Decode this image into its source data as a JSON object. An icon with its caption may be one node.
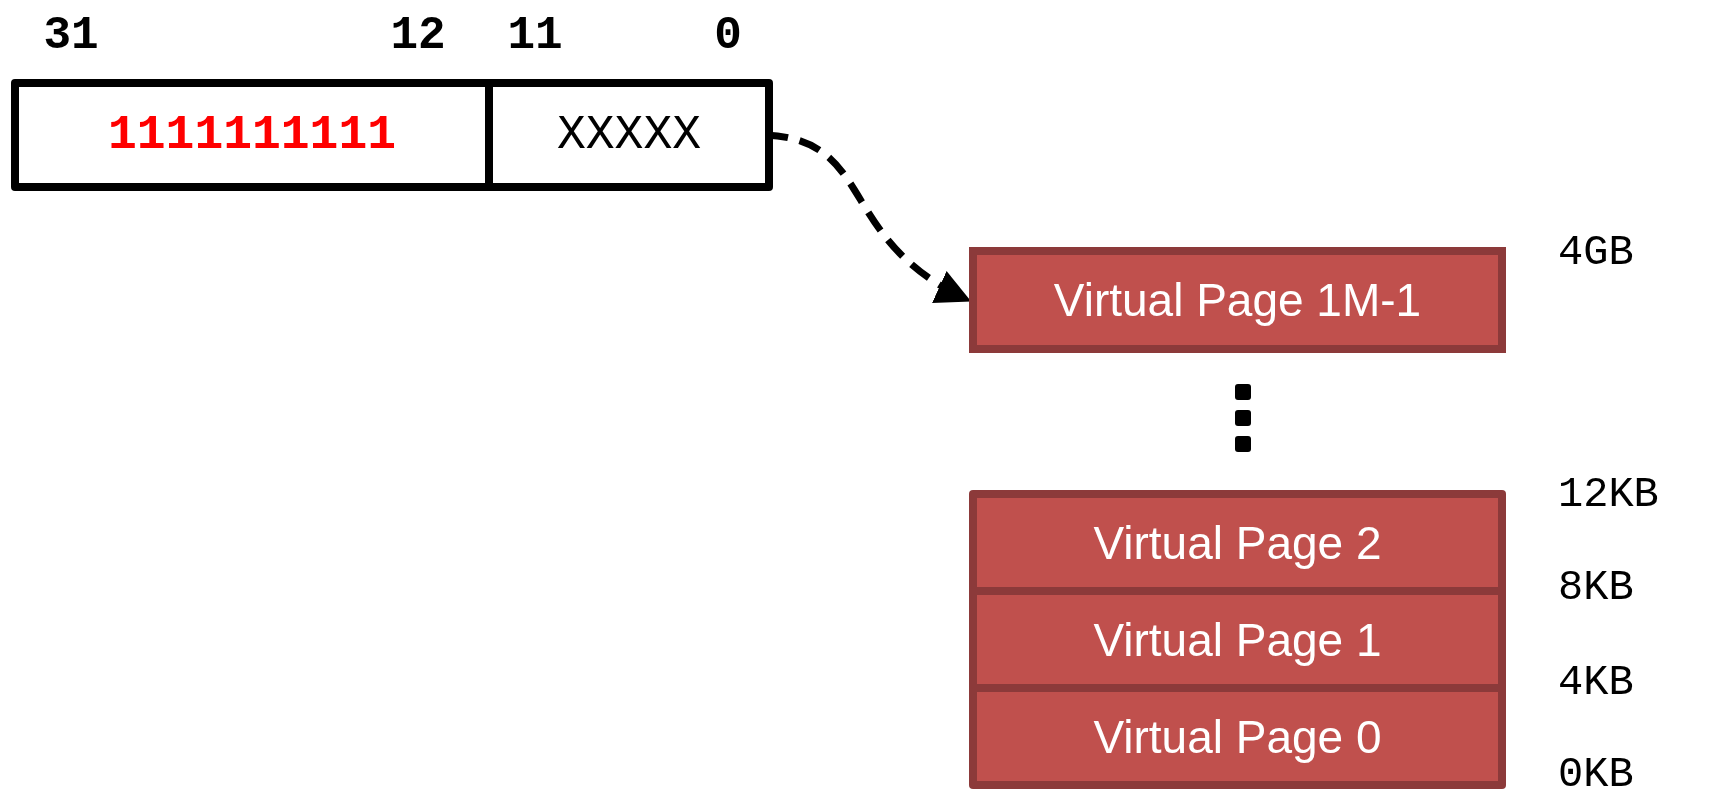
{
  "diagram": {
    "nodes": [
      {
        "text": [],
        "shape": "box"
      },
      {
        "text": [
          "1111111111"
        ],
        "in": 0
      },
      {
        "text": [
          "XXXXX"
        ],
        "in": 0
      },
      {
        "text": [
          "Virtual Page 1M-1"
        ]
      },
      {
        "text": [],
        "shape": "box"
      },
      {
        "text": [
          "Virtual Page 2"
        ],
        "in": 4
      },
      {
        "text": [
          "Virtual Page 1"
        ],
        "in": 4
      },
      {
        "text": [
          "Virtual Page 0"
        ],
        "in": 4
      }
    ],
    "edges": [
      {
        "from": 2,
        "to": 3,
        "arrow": "to",
        "style": "dashed"
      }
    ],
    "labels": [
      "31",
      "12",
      "11",
      "0",
      "4GB",
      "12KB",
      "8KB",
      "4KB",
      "0KB"
    ]
  }
}
